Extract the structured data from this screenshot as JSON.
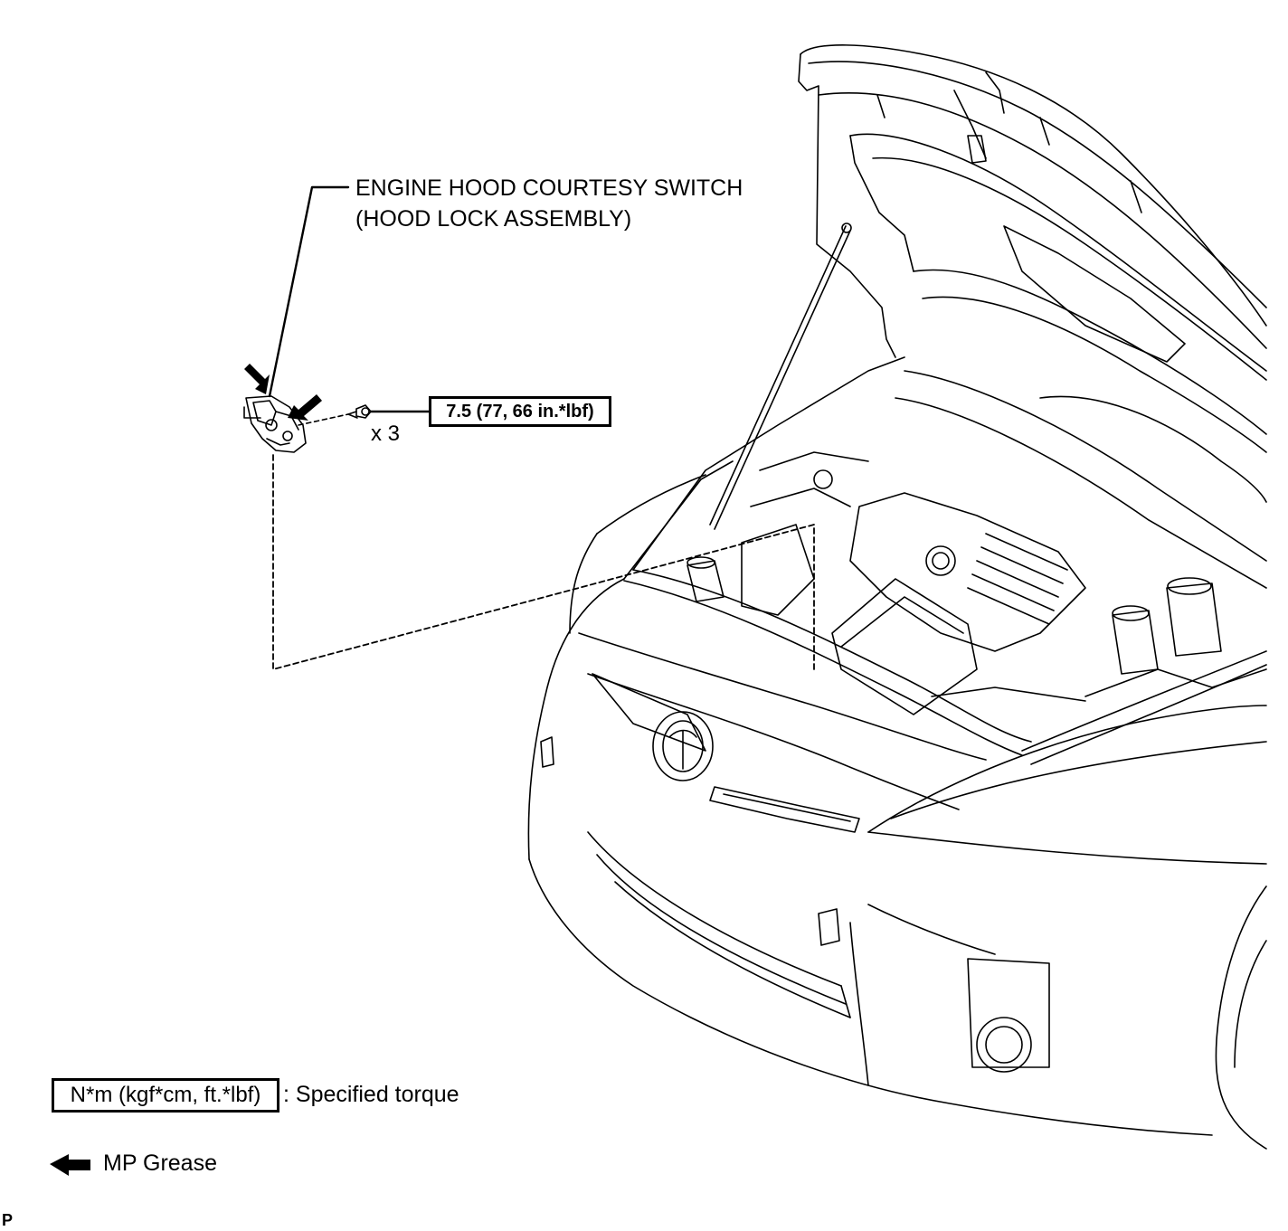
{
  "part": {
    "name_line1": "ENGINE HOOD COURTESY SWITCH",
    "name_line2": "(HOOD LOCK ASSEMBLY)",
    "bolt_quantity": "x 3",
    "torque_value": "7.5 (77, 66 in.*lbf)"
  },
  "legend": {
    "torque_units": "N*m (kgf*cm, ft.*lbf)",
    "torque_desc": ": Specified torque",
    "grease_label": "MP Grease",
    "grease_icon": "arrow-left-icon"
  },
  "footer": {
    "code": "P"
  },
  "colors": {
    "line": "#000000",
    "background": "#ffffff"
  }
}
